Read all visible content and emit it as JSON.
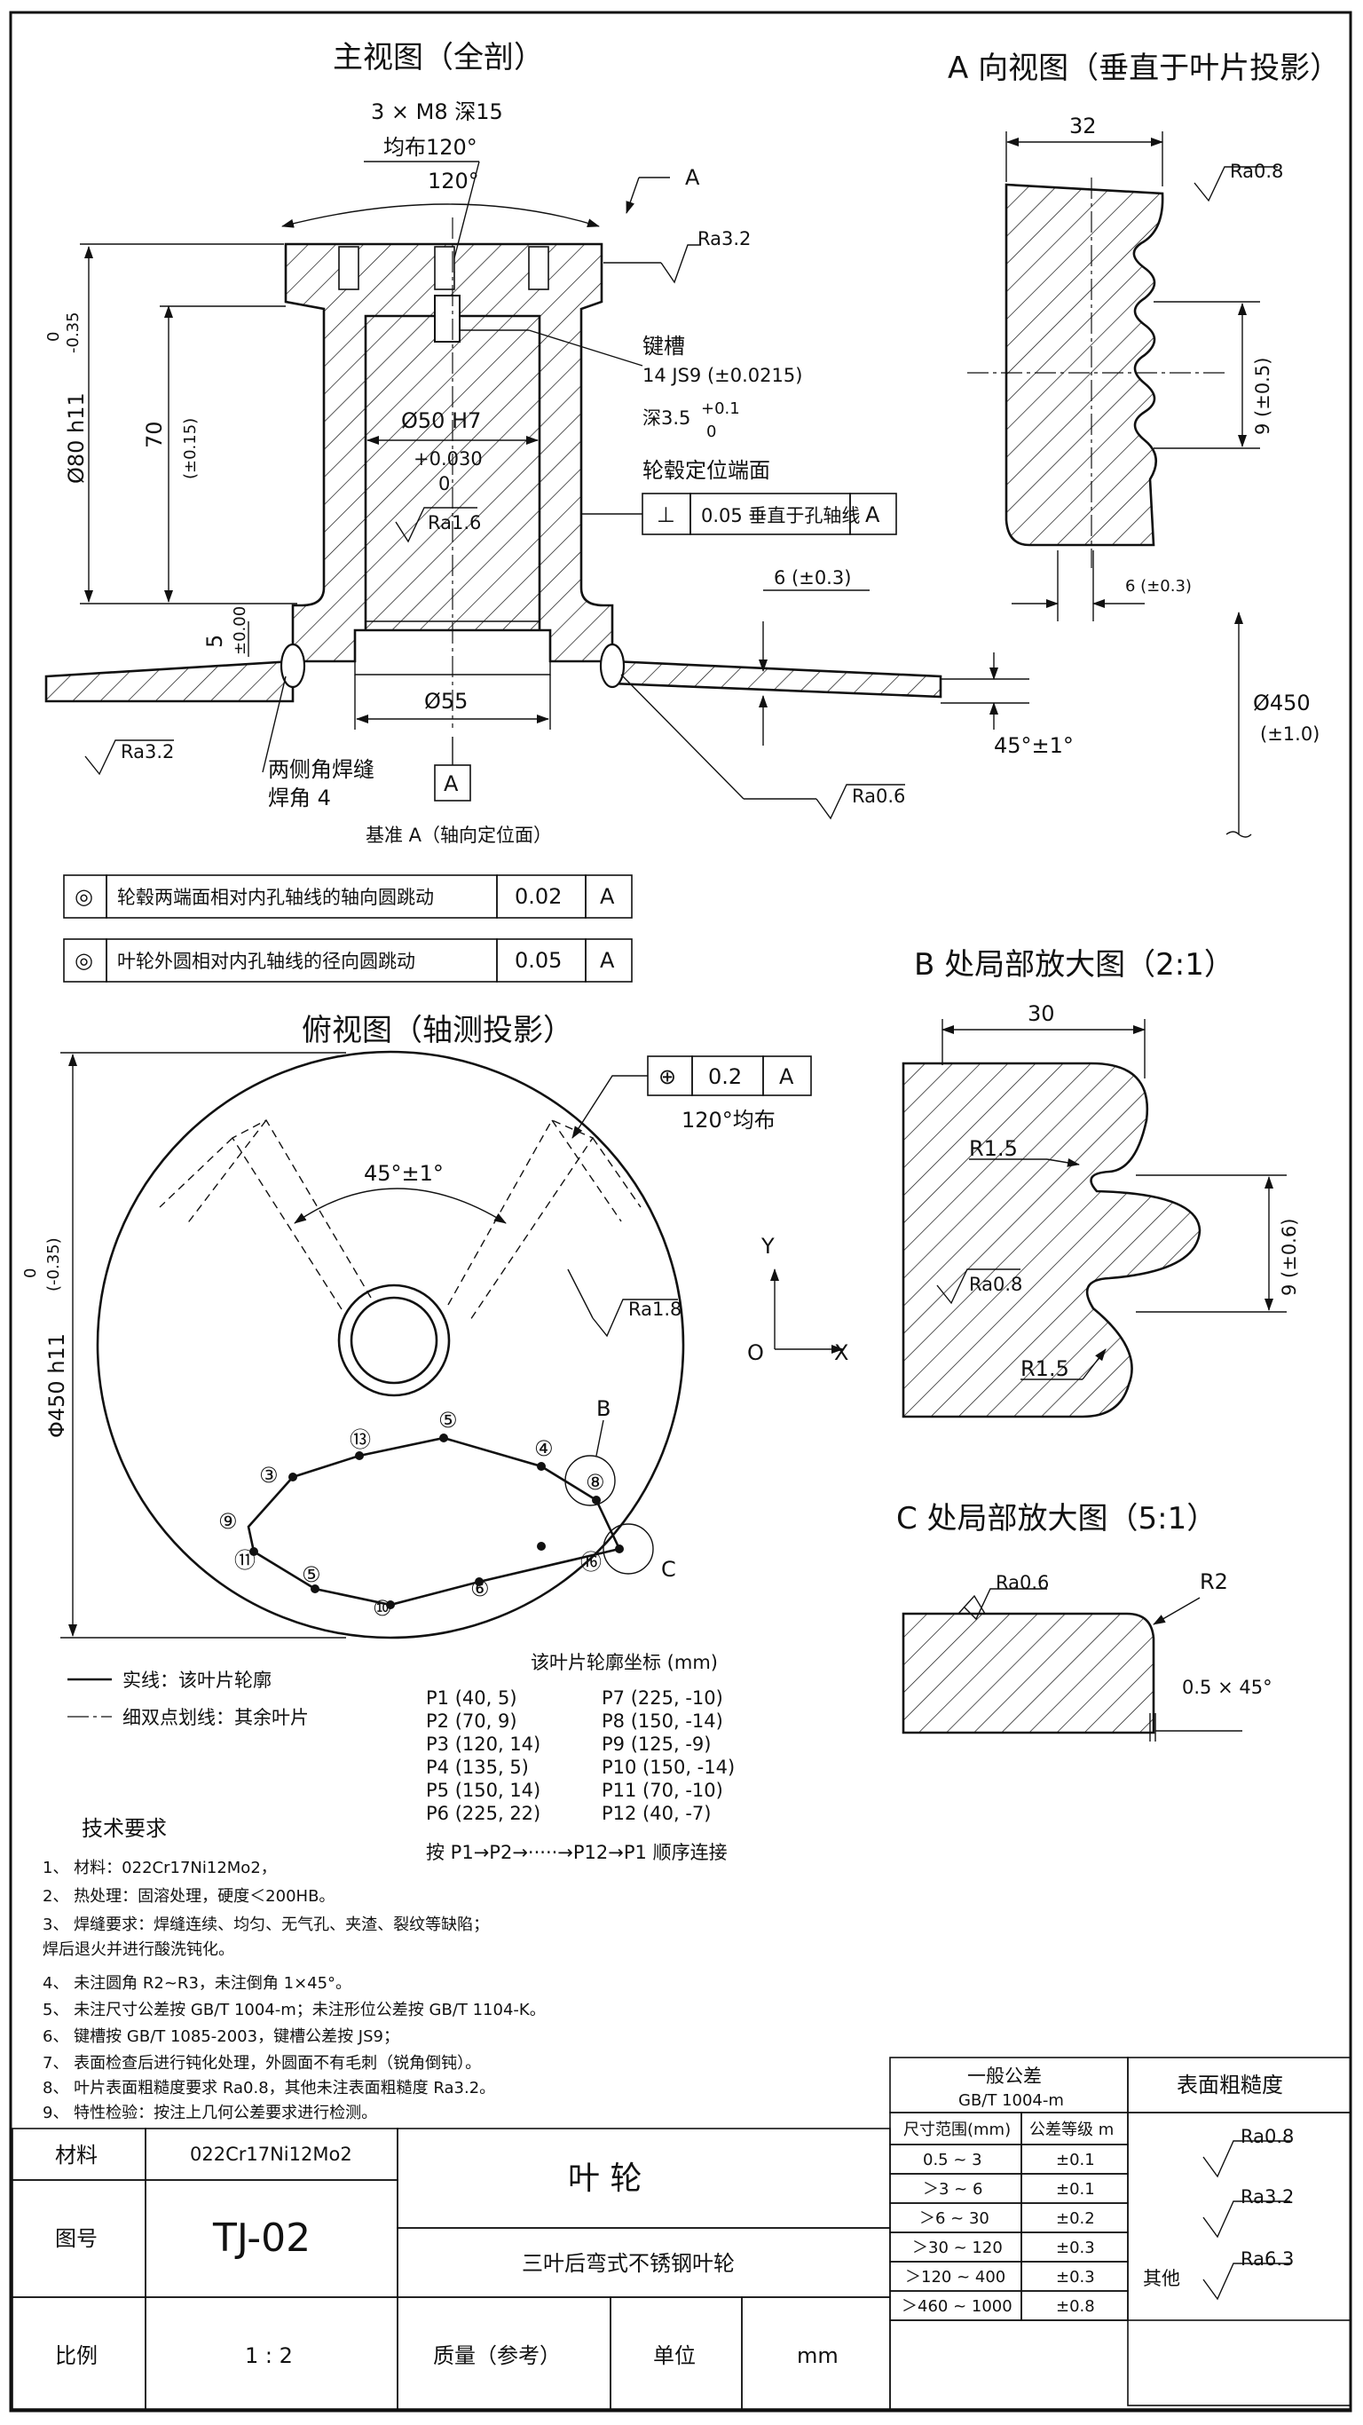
{
  "views": {
    "main": {
      "title": "主视图（全剖）",
      "thread": "3 × M8  深15",
      "thread_pattern": "均布120°",
      "angle": "120°",
      "section_mark": "A",
      "ra_top": "Ra3.2",
      "od": "Ø80 h11",
      "od_tol_upper": "0",
      "od_tol_lower": "-0.35",
      "height": "70",
      "height_tol": "(±0.15)",
      "bore": "Ø50 H7",
      "bore_tol_upper": "+0.030",
      "bore_tol_lower": "0",
      "keyway_label": "键槽",
      "keyway_spec": "14 JS9 (±0.0215)",
      "keyway_depth": "深3.5",
      "keyway_depth_upper": "+0.1",
      "keyway_depth_lower": "0",
      "locating_face": "轮毂定位端面",
      "perp_symbol": "⊥",
      "perp_value": "0.05 垂直于孔轴线",
      "perp_datum": "A",
      "ra_bore": "Ra1.6",
      "fillet_size": "5",
      "fillet_tol": "±0.00",
      "bottom_bore": "Ø55",
      "plate_thickness": "6 (±0.3)",
      "ra_plate_left": "Ra3.2",
      "weld_note_1": "两侧角焊缝",
      "weld_note_2": "焊角 4",
      "datum_box": "A",
      "datum_note": "基准 A（轴向定位面）",
      "plate_angle": "45°±1°",
      "ra_plate_right": "Ra0.6"
    },
    "view_a": {
      "title": "A 向视图（垂直于叶片投影）",
      "width": "32",
      "ra": "Ra0.8",
      "pitch": "9 (±0.5)",
      "thickness": "6 (±0.3)",
      "diameter": "Ø450",
      "diameter_tol": "(±1.0)"
    },
    "runout": [
      {
        "symbol": "◎",
        "text": "轮毂两端面相对内孔轴线的轴向圆跳动",
        "value": "0.02",
        "datum": "A"
      },
      {
        "symbol": "◎",
        "text": "叶轮外圆相对内孔轴线的径向圆跳动",
        "value": "0.05",
        "datum": "A"
      }
    ],
    "top": {
      "title": "俯视图（轴测投影）",
      "od": "Φ450 h11",
      "od_tol_upper": "0",
      "od_tol_lower": "(-0.35)",
      "pos_symbol": "⊕",
      "pos_value": "0.2",
      "pos_datum": "A",
      "pos_note": "120°均布",
      "angle": "45°±1°",
      "ra": "Ra1.8",
      "axis_y": "Y",
      "axis_x": "X",
      "axis_o": "O",
      "mark_b": "B",
      "mark_c": "C",
      "point_labels": [
        "⑬",
        "⑤",
        "④",
        "③",
        "⑧",
        "⑨",
        "⑪",
        "⑤",
        "⑩",
        "⑥",
        "⑯"
      ],
      "legend_solid": "实线：该叶片轮廓",
      "legend_dashdot": "细双点划线：其余叶片"
    },
    "coords": {
      "title": "该叶片轮廓坐标 (mm)",
      "left": [
        "P1 (40, 5)",
        "P2 (70, 9)",
        "P3 (120, 14)",
        "P4 (135, 5)",
        "P5 (150, 14)",
        "P6 (225, 22)"
      ],
      "right": [
        "P7 (225, -10)",
        "P8 (150, -14)",
        "P9 (125, -9)",
        "P10 (150, -14)",
        "P11 (70, -10)",
        "P12 (40, -7)"
      ],
      "note": "按 P1→P2→·····→P12→P1 顺序连接"
    },
    "detail_b": {
      "title": "B 处局部放大图（2:1）",
      "width": "30",
      "r_top": "R1.5",
      "r_bottom": "R1.5",
      "ra": "Ra0.8",
      "pitch": "9 (±0.6)"
    },
    "detail_c": {
      "title": "C 处局部放大图（5:1）",
      "ra": "Ra0.6",
      "radius": "R2",
      "chamfer": "0.5 × 45°"
    }
  },
  "requirements": {
    "title": "技术要求",
    "items": [
      "1、 材料：022Cr17Ni12Mo2，",
      "2、 热处理：固溶处理，硬度＜200HB。",
      "3、 焊缝要求：焊缝连续、均匀、无气孔、夹渣、裂纹等缺陷；",
      "    焊后退火并进行酸洗钝化。",
      "4、 未注圆角 R2~R3，未注倒角 1×45°。",
      "5、 未注尺寸公差按 GB/T 1004-m；未注形位公差按 GB/T 1104-K。",
      "6、 键槽按 GB/T 1085-2003，键槽公差按 JS9；",
      "7、 表面检查后进行钝化处理，外圆面不有毛刺（锐角倒钝）。",
      "8、 叶片表面粗糙度要求 Ra0.8，其他未注表面粗糙度 Ra3.2。",
      "9、 特性检验：按注上几何公差要求进行检测。"
    ]
  },
  "tolerance_table": {
    "title": "一般公差",
    "standard": "GB/T 1004-m",
    "col1": "尺寸范围(mm)",
    "col2": "公差等级 m",
    "rows": [
      {
        "range": "0.5 ~ 3",
        "tol": "±0.1"
      },
      {
        "range": "＞3 ~ 6",
        "tol": "±0.1"
      },
      {
        "range": "＞6 ~ 30",
        "tol": "±0.2"
      },
      {
        "range": "＞30 ~ 120",
        "tol": "±0.3"
      },
      {
        "range": "＞120 ~ 400",
        "tol": "±0.3"
      },
      {
        "range": "＞460 ~ 1000",
        "tol": "±0.8"
      }
    ]
  },
  "roughness_table": {
    "title": "表面粗糙度",
    "items": [
      "Ra0.8",
      "Ra3.2",
      "Ra6.3"
    ],
    "other_label": "其他"
  },
  "title_block": {
    "material_label": "材料",
    "material_value": "022Cr17Ni12Mo2",
    "part_name": "叶      轮",
    "drawing_no_label": "图号",
    "drawing_no": "TJ-02",
    "description": "三叶后弯式不锈钢叶轮",
    "scale_label": "比例",
    "scale": "1 : 2",
    "mass_label": "质量（参考）",
    "unit_label": "单位",
    "unit": "mm"
  }
}
